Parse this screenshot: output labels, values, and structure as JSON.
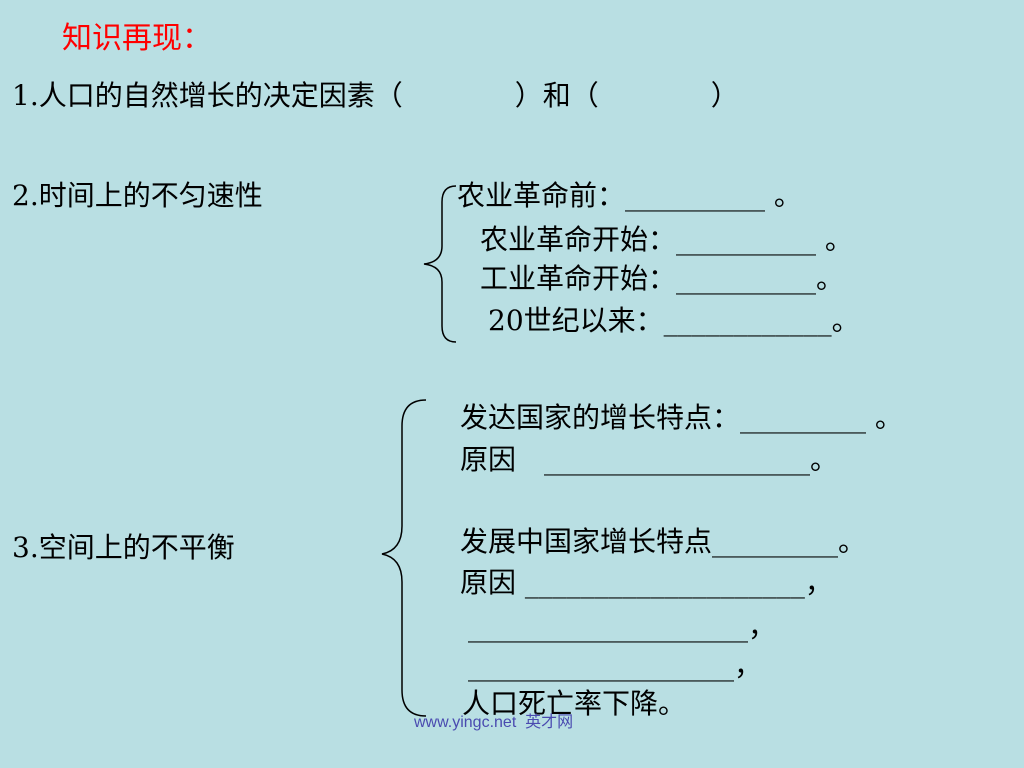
{
  "heading": "知识再现：",
  "q1": "1.人口的自然增长的决定因素（　　　　）和（　　　　）",
  "q2": {
    "label": "2.时间上的不匀速性",
    "lines": [
      "农业革命前：__________ 。",
      "农业革命开始：__________ 。",
      "工业革命开始：__________。",
      "20世纪以来：____________。"
    ]
  },
  "q3": {
    "label": "3.空间上的不平衡",
    "lines": [
      "发达国家的增长特点：_________ 。",
      "原因　___________________。",
      "发展中国家增长特点_________。",
      "原因 ____________________，",
      "____________________，",
      "___________________，",
      "人口死亡率下降。"
    ]
  },
  "watermark": "www.yingc.net  英才网"
}
